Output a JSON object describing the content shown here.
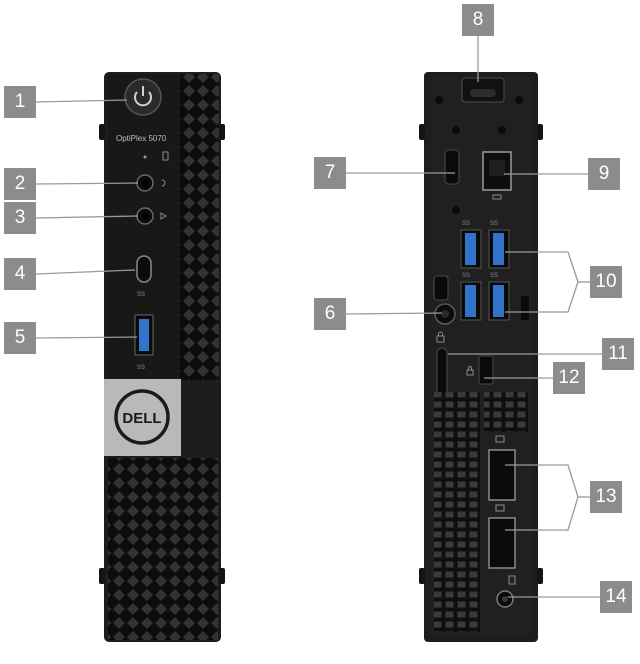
{
  "front": {
    "model_label": "OptiPlex 5070",
    "logo_text": "DELL",
    "port_marks": {
      "type_c": "SS",
      "usb_a": "SS"
    }
  },
  "rear": {
    "usb_marks": [
      "SS",
      "SS",
      "SS",
      "SS"
    ]
  },
  "callouts": [
    "1",
    "2",
    "3",
    "4",
    "5",
    "6",
    "7",
    "8",
    "9",
    "10",
    "11",
    "12",
    "13",
    "14"
  ],
  "colors": {
    "callout_bg": "#8c8c8c",
    "chassis": "#1d1d1d",
    "usb_blue": "#2f74c8",
    "logo_plate": "#b9b9b9"
  }
}
